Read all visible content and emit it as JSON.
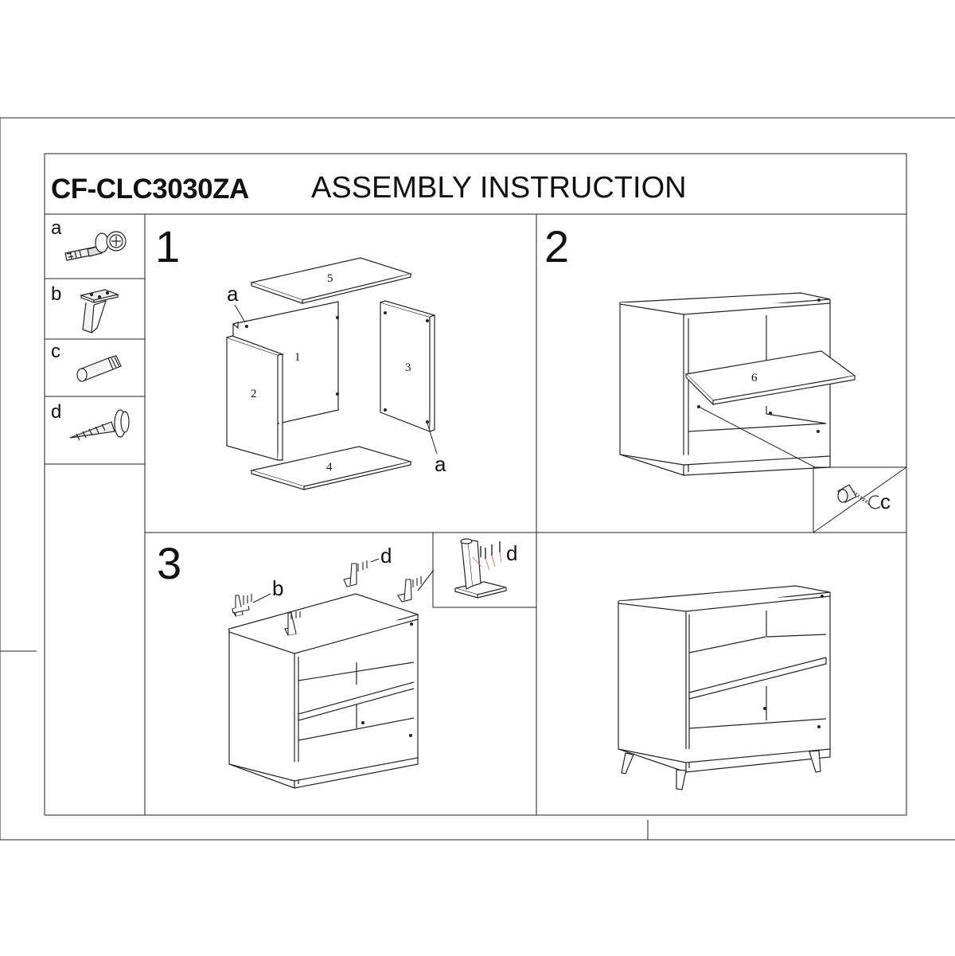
{
  "header": {
    "model": "CF-CLC3030ZA",
    "title": "ASSEMBLY INSTRUCTION"
  },
  "hardware": [
    {
      "letter": "a",
      "icon": "cam-lock-bolt-icon"
    },
    {
      "letter": "b",
      "icon": "tapered-leg-icon"
    },
    {
      "letter": "c",
      "icon": "shelf-pin-icon"
    },
    {
      "letter": "d",
      "icon": "screw-icon"
    }
  ],
  "steps": [
    {
      "number": "1",
      "panels": [
        "1",
        "2",
        "3",
        "4",
        "5"
      ],
      "callouts": [
        "a",
        "a"
      ]
    },
    {
      "number": "2",
      "panels": [
        "6"
      ],
      "callouts": [
        "c"
      ]
    },
    {
      "number": "3",
      "callouts": [
        "b",
        "d",
        "d"
      ]
    },
    {
      "number": ""
    }
  ]
}
